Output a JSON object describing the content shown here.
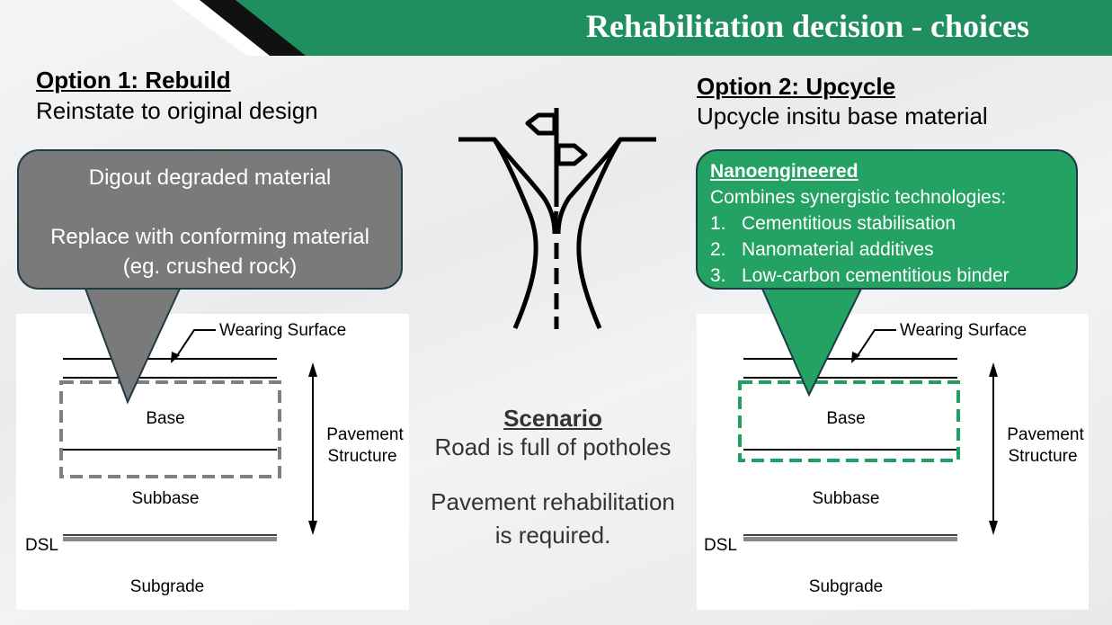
{
  "slide": {
    "title": "Rehabilitation decision - choices",
    "colors": {
      "brand_green": "#1f8f5f",
      "callout_grey": "#7a7a7a",
      "callout_green": "#24a264",
      "black": "#000000"
    }
  },
  "option1": {
    "heading": "Option 1: Rebuild",
    "subtitle": "Reinstate to original design",
    "callout": {
      "line1": "Digout degraded material",
      "line2": "Replace with conforming material",
      "line3": "(eg. crushed rock)"
    }
  },
  "option2": {
    "heading": "Option 2: Upcycle",
    "subtitle": "Upcycle insitu base material",
    "callout": {
      "title": "Nanoengineered",
      "intro": "Combines synergistic technologies:",
      "items": [
        {
          "num": "1.",
          "text": "Cementitious stabilisation"
        },
        {
          "num": "2.",
          "text": "Nanomaterial additives"
        },
        {
          "num": "3.",
          "text": "Low-carbon cementitious binder"
        }
      ]
    }
  },
  "diagram": {
    "wearing_surface": "Wearing Surface",
    "base": "Base",
    "subbase": "Subbase",
    "subgrade": "Subgrade",
    "dsl": "DSL",
    "pavement": "Pavement",
    "structure": "Structure"
  },
  "scenario": {
    "title": "Scenario",
    "line1": "Road is full of potholes",
    "line2": "Pavement rehabilitation",
    "line3": "is required."
  },
  "icons": {
    "road_fork": "road-fork-signpost-icon"
  }
}
